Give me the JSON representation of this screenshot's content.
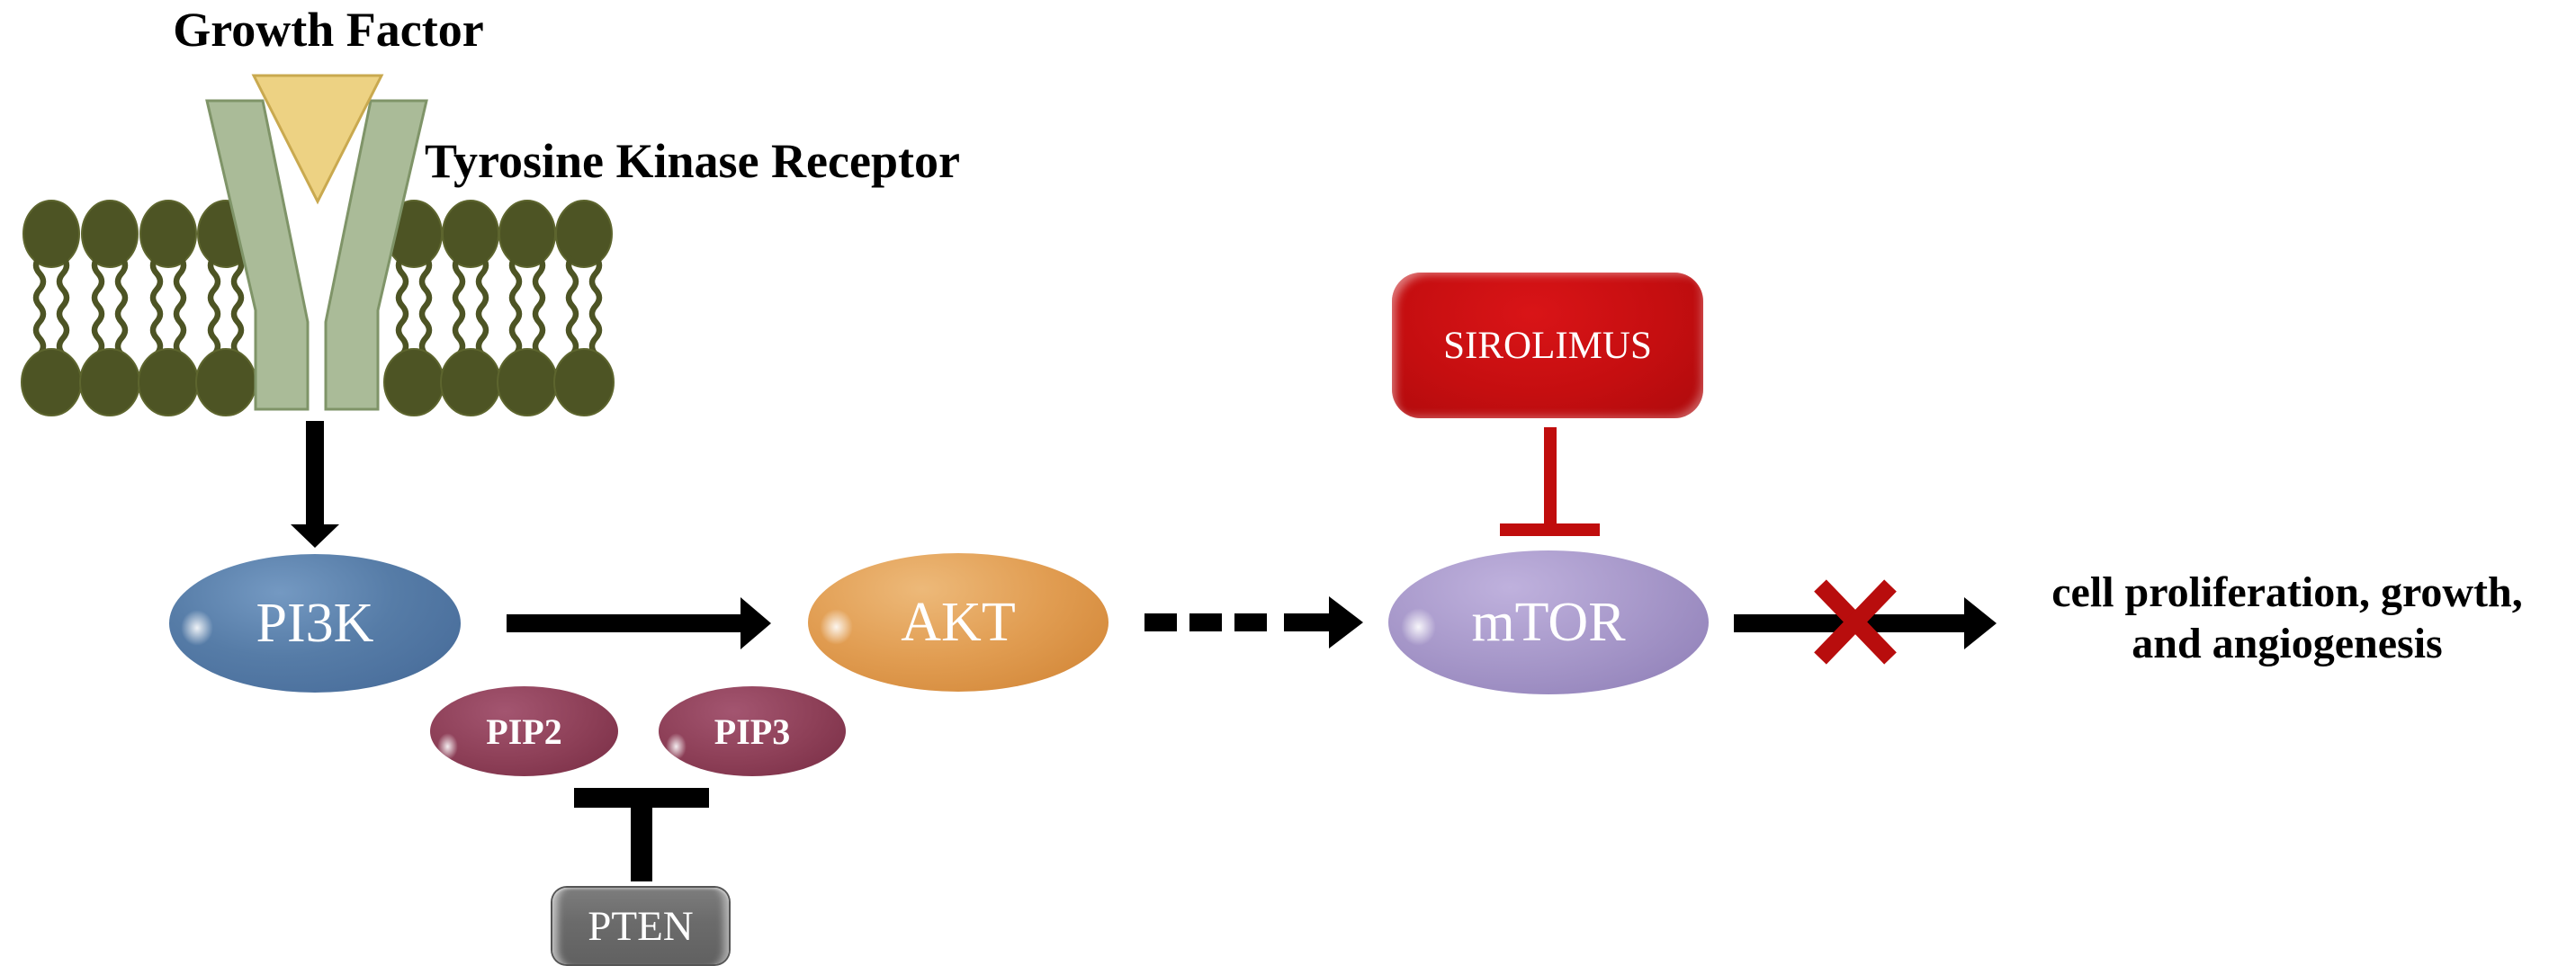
{
  "labels": {
    "growth_factor": "Growth Factor",
    "receptor": "Tyrosine Kinase Receptor"
  },
  "nodes": {
    "pi3k": {
      "label": "PI3K",
      "color": "#567ca7"
    },
    "akt": {
      "label": "AKT",
      "color": "#e19d52"
    },
    "mtor": {
      "label": "mTOR",
      "color": "#a697c9"
    },
    "pip2": {
      "label": "PIP2",
      "color": "#8e4058"
    },
    "pip3": {
      "label": "PIP3",
      "color": "#8e4058"
    },
    "pten": {
      "label": "PTEN",
      "color": "#6b6b6b"
    },
    "sirolimus": {
      "label": "SIROLIMUS",
      "color": "#c50e10"
    }
  },
  "output": {
    "line1": "cell proliferation, growth,",
    "line2": "and angiogenesis"
  },
  "edges": [
    {
      "from": "Growth Factor / Tyrosine Kinase Receptor",
      "to": "PI3K",
      "type": "activation-arrow"
    },
    {
      "from": "PI3K",
      "to": "AKT",
      "type": "activation-arrow"
    },
    {
      "from": "AKT",
      "to": "mTOR",
      "type": "dashed-activation-arrow"
    },
    {
      "from": "SIROLIMUS",
      "to": "mTOR",
      "type": "inhibition-tbar",
      "color": "#c00d0d"
    },
    {
      "from": "PTEN",
      "to": "PIP2/PIP3",
      "type": "inhibition-tbar",
      "color": "#000000"
    },
    {
      "from": "mTOR",
      "to": "cell proliferation, growth, and angiogenesis",
      "type": "blocked-arrow",
      "block_mark_color": "#b80d0d"
    }
  ],
  "colors": {
    "membrane_lipid": "#4d5424",
    "receptor_body": "#aabb98",
    "receptor_outline": "#7f9468",
    "ligand_triangle": "#edd283",
    "ligand_outline": "#c9a94f",
    "arrow_black": "#000000",
    "inhibitor_red": "#c00d0d",
    "blocked_x_red": "#b80d0d",
    "background": "#ffffff"
  }
}
